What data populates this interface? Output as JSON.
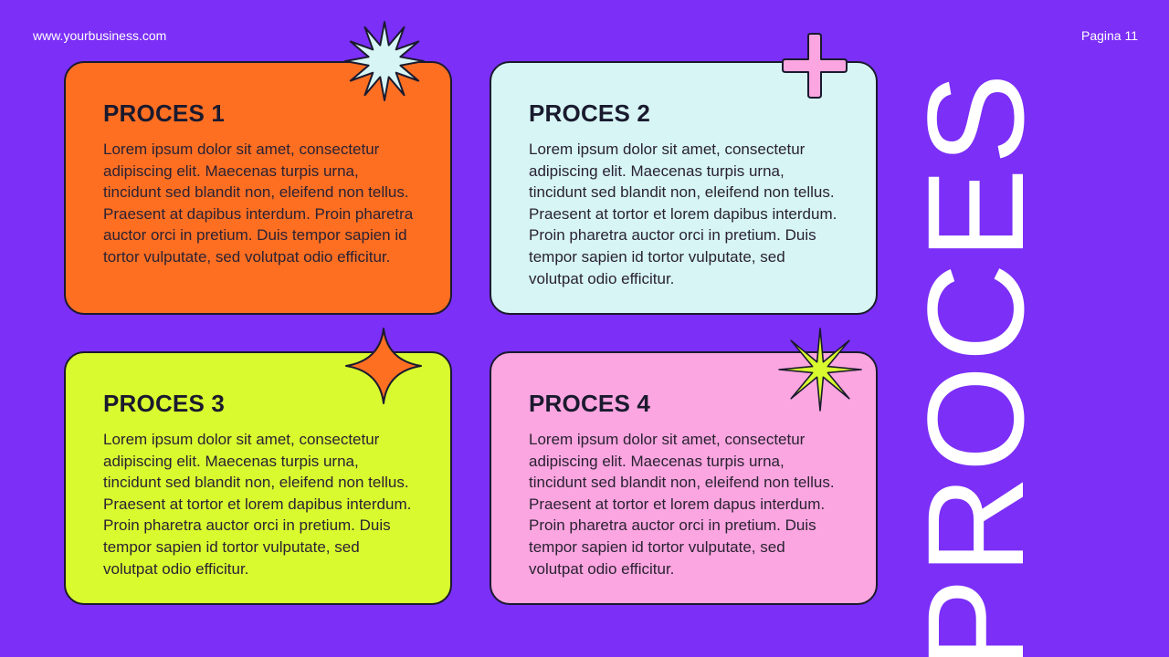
{
  "header": {
    "website": "www.yourbusiness.com",
    "page_label": "Pagina 11"
  },
  "side_title": "PROCES",
  "cards": [
    {
      "title": "PROCES 1",
      "body": "Lorem ipsum dolor sit amet, consectetur adipiscing elit. Maecenas turpis urna, tincidunt sed blandit non, eleifend non tellus. Praesent at dapibus interdum. Proin pharetra auctor orci in pretium. Duis tempor sapien id tortor vulputate, sed volutpat odio efficitur.",
      "color": "#ff6f22"
    },
    {
      "title": "PROCES 2",
      "body": "Lorem ipsum dolor sit amet, consectetur adipiscing elit. Maecenas turpis urna, tincidunt sed blandit non, eleifend non tellus. Praesent at tortor et lorem dapibus interdum. Proin pharetra auctor orci in pretium. Duis tempor sapien id tortor vulputate, sed volutpat odio efficitur.",
      "color": "#d6f5f4"
    },
    {
      "title": "PROCES 3",
      "body": "Lorem ipsum dolor sit amet, consectetur adipiscing elit. Maecenas turpis urna, tincidunt sed blandit non, eleifend non tellus. Praesent at tortor et lorem dapibus interdum. Proin pharetra auctor orci in pretium. Duis tempor sapien id tortor vulputate, sed volutpat odio efficitur.",
      "color": "#d9fa2e"
    },
    {
      "title": "PROCES 4",
      "body": "Lorem ipsum dolor sit amet, consectetur adipiscing elit. Maecenas turpis urna, tincidunt sed blandit non, eleifend non tellus. Praesent at tortor et lorem dapus interdum. Proin pharetra auctor orci in pretium. Duis tempor sapien id tortor vulputate, sed volutpat odio efficitur.",
      "color": "#fba6e0"
    }
  ],
  "colors": {
    "background": "#7b2ff7",
    "outline": "#1a1a2e",
    "text": "#2a2233"
  },
  "decorations": {
    "card1": "starburst-icon",
    "card2": "plus-cross-icon",
    "card3": "four-point-star-icon",
    "card4": "eight-point-star-icon"
  }
}
